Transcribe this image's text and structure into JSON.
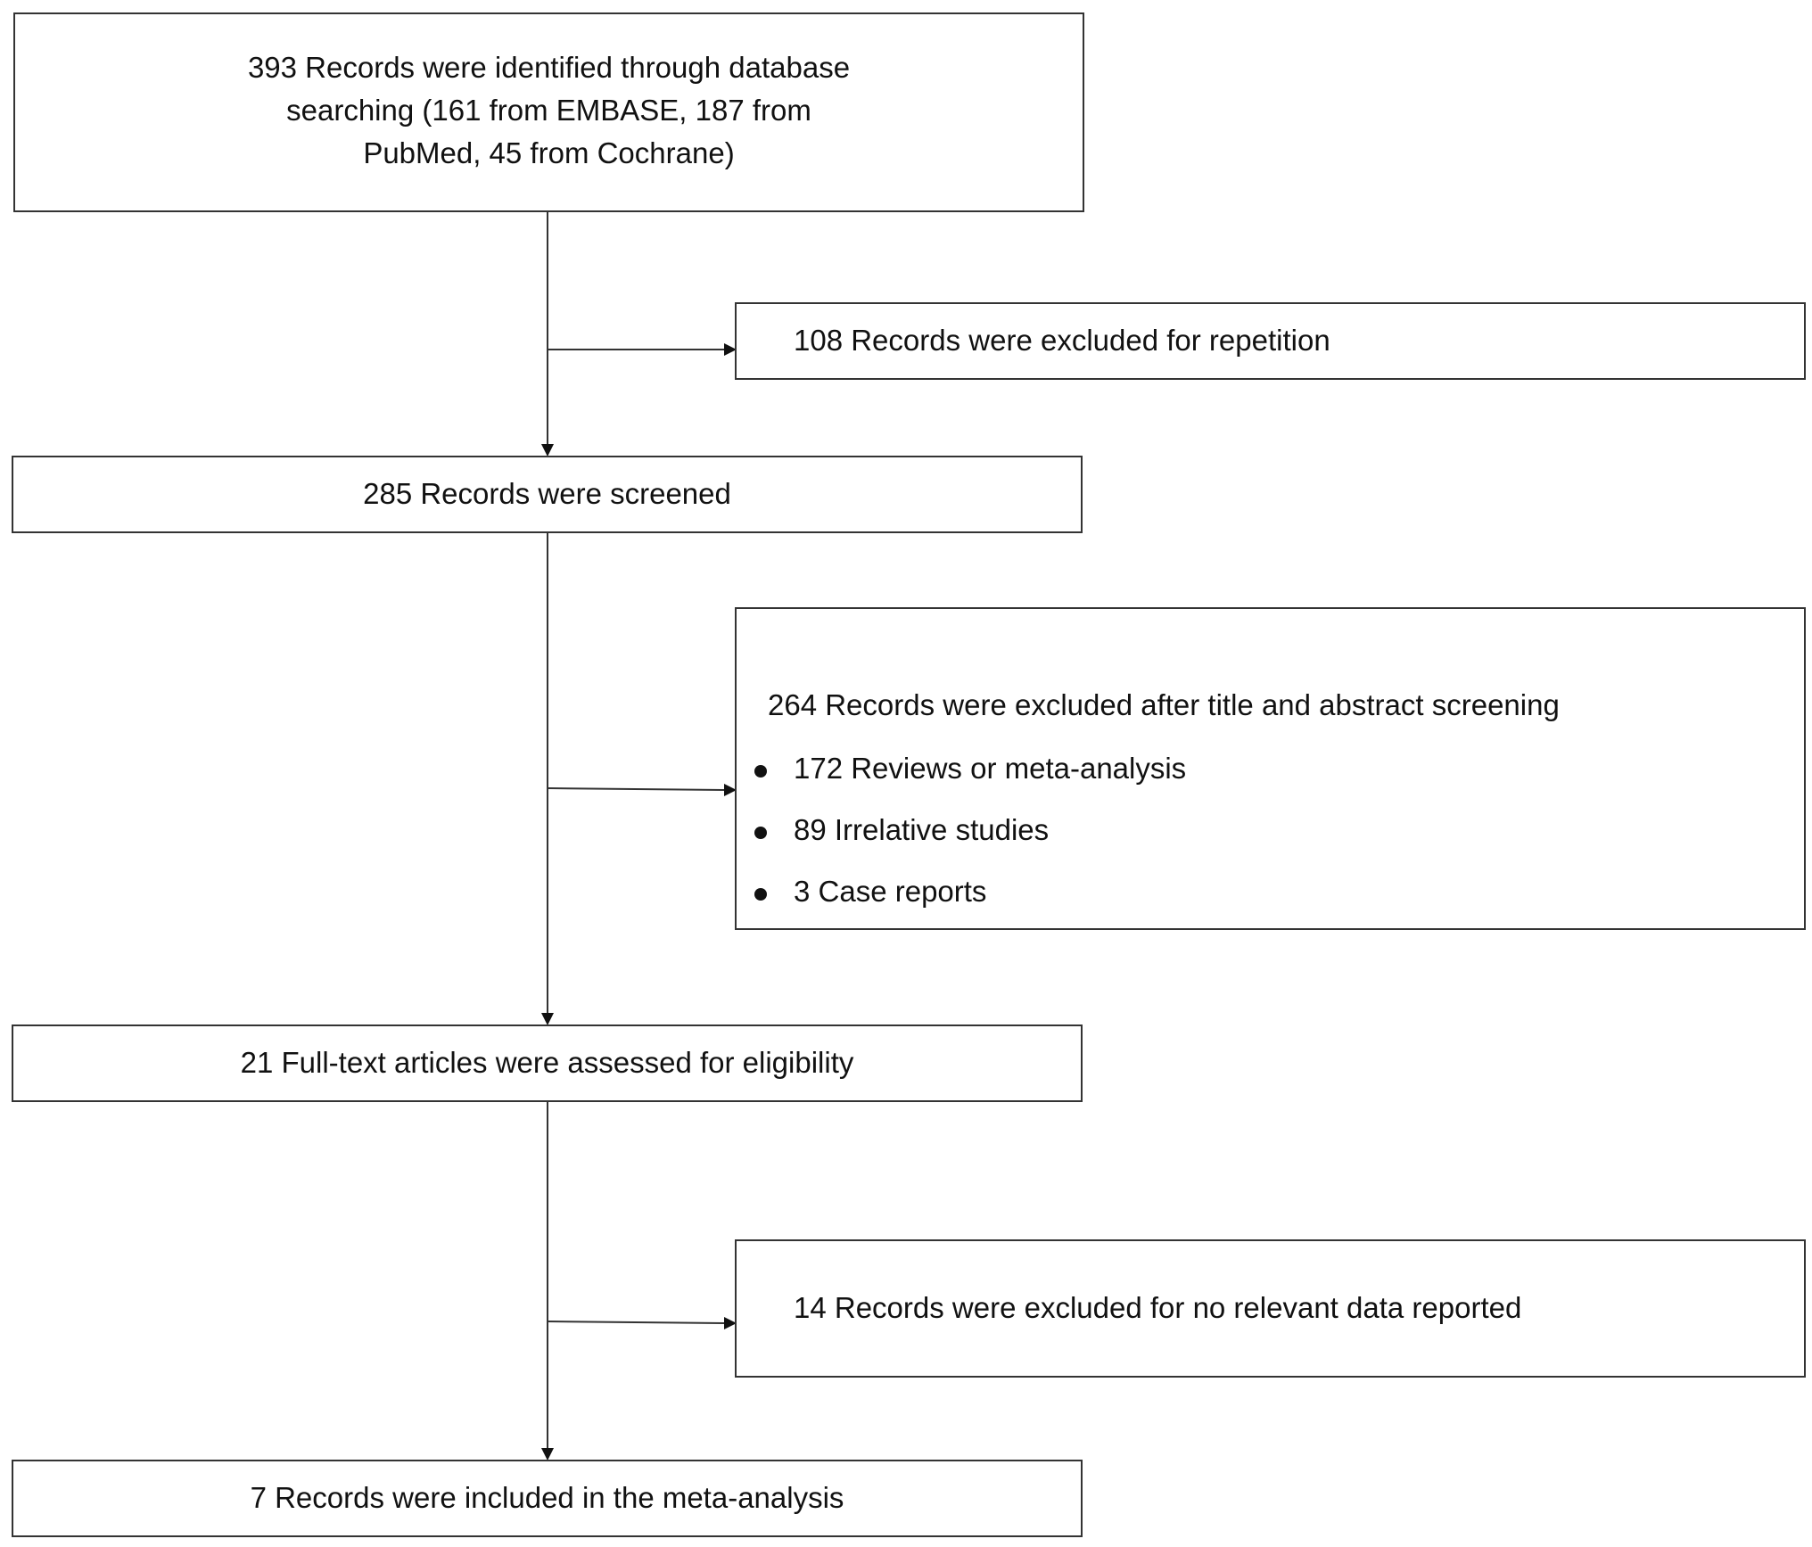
{
  "flow": {
    "identified": {
      "lines": [
        "393 Records were identified through database",
        "searching (161 from EMBASE, 187 from",
        "PubMed, 45 from Cochrane)"
      ]
    },
    "excluded_repetition": "108 Records were excluded for repetition",
    "screened": "285 Records were screened",
    "excluded_screening": {
      "heading": "264 Records were excluded after title and abstract screening",
      "items": [
        "172 Reviews or meta-analysis",
        "89 Irrelative studies",
        "3 Case reports"
      ]
    },
    "assessed": "21 Full-text articles were assessed for eligibility",
    "excluded_no_data": "14 Records were excluded for no relevant data reported",
    "included": "7 Records were included in the meta-analysis"
  }
}
